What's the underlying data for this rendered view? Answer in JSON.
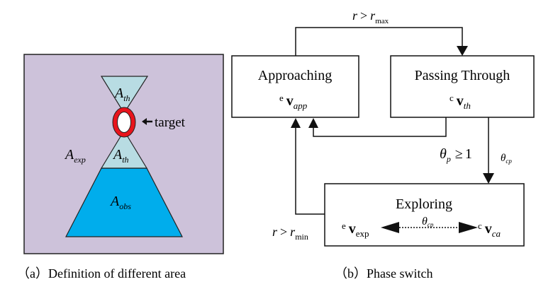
{
  "figure": {
    "panel_a": {
      "caption": "（a）Definition of different area",
      "colors": {
        "background": "#cdc2da",
        "threshold_area": "#b8dce3",
        "observation_area": "#00adec",
        "target_ring": "#e8141c",
        "target_center": "#ffffff"
      },
      "labels": {
        "a_th_top": {
          "base": "A",
          "sub": "th"
        },
        "a_th_bottom": {
          "base": "A",
          "sub": "th"
        },
        "a_exp": {
          "base": "A",
          "sub": "exp"
        },
        "a_obs": {
          "base": "A",
          "sub": "obs"
        },
        "target": "target",
        "target_arrow": "←"
      }
    },
    "panel_b": {
      "caption": "（b）Phase switch",
      "states": {
        "approaching": {
          "title": "Approaching",
          "frame": "e",
          "vec": "v",
          "sub": "app"
        },
        "passing": {
          "title": "Passing Through",
          "frame": "c",
          "vec": "v",
          "sub": "th"
        },
        "exploring": {
          "title": "Exploring",
          "left": {
            "frame": "e",
            "vec": "v",
            "sub": "exp"
          },
          "right": {
            "frame": "c",
            "vec": "v",
            "sub": "ca"
          },
          "angle": {
            "base": "θ",
            "sub": "cp"
          }
        }
      },
      "transitions": {
        "approach_to_pass": {
          "lhs": "r",
          "op": ">",
          "rhs": "r",
          "sub": "max"
        },
        "pass_to_explore": {
          "base": "θ",
          "sub": "p",
          "op": "≥",
          "value": "1"
        },
        "pass_to_explore_angle": {
          "base": "θ",
          "sub": "cp"
        },
        "explore_to_approach": {
          "lhs": "r",
          "op": ">",
          "rhs": "r",
          "sub": "min"
        }
      }
    }
  }
}
